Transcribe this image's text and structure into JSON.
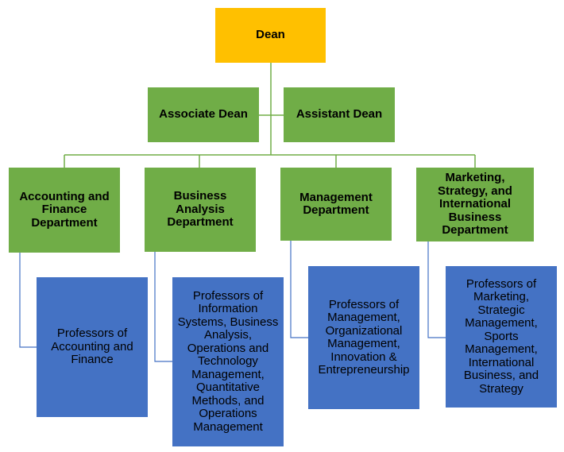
{
  "colors": {
    "top": "#FFC000",
    "admin": "#70AD47",
    "department": "#70AD47",
    "faculty": "#4472C4",
    "connector_green": "#70AD47",
    "connector_blue": "#4472C4"
  },
  "dean": "Dean",
  "associate_dean": "Associate Dean",
  "assistant_dean": "Assistant Dean",
  "departments": [
    {
      "name": "Accounting and Finance Department",
      "faculty": "Professors of Accounting and Finance"
    },
    {
      "name": "Business Analysis Department",
      "faculty": "Professors of Information Systems, Business Analysis, Operations and Technology Management, Quantitative Methods, and Operations Management"
    },
    {
      "name": "Management Department",
      "faculty": "Professors of Management, Organizational Management, Innovation & Entrepreneurship"
    },
    {
      "name": "Marketing, Strategy, and International Business Department",
      "faculty": "Professors of Marketing, Strategic Management, Sports Management, International Business, and Strategy"
    }
  ]
}
